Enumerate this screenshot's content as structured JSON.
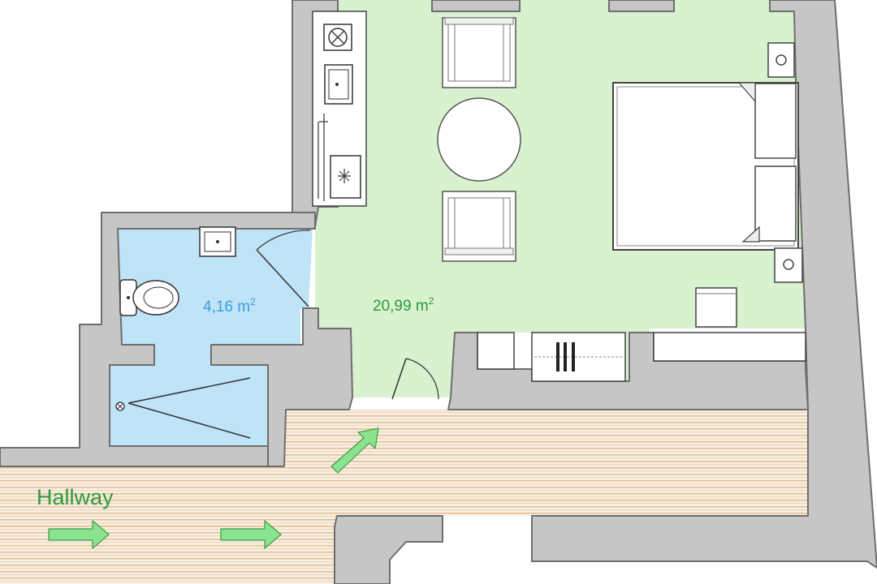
{
  "labels": {
    "bathroom_area": "4,16 m",
    "bathroom_area_sup": "2",
    "living_area": "20,99 m",
    "living_area_sup": "2",
    "hallway": "Hallway"
  },
  "colors": {
    "wall": "#c6c6c6",
    "wall_stroke": "#6e6e6e",
    "living_floor": "#d8f1cf",
    "bathroom_floor": "#bfe3f7",
    "hallway_stripe": "#e6bf8f",
    "hallway_bg": "#f7efe4",
    "bathroom_text": "#3a9fd8",
    "living_text": "#2d9a3a",
    "hallway_text": "#2f9b3c",
    "arrow": "#86e08a",
    "arrow_stroke": "#3e9c45"
  },
  "icons": [
    "stove-icon",
    "kitchen-sink-icon",
    "dishwasher-icon",
    "toilet-icon",
    "washbasin-icon",
    "shower-drain-icon",
    "bed-icon",
    "nightstand-icon",
    "lamp-icon",
    "table-icon",
    "chair-icon",
    "stool-icon",
    "wardrobe-icon",
    "door-swing-icon",
    "direction-arrow-icon"
  ]
}
